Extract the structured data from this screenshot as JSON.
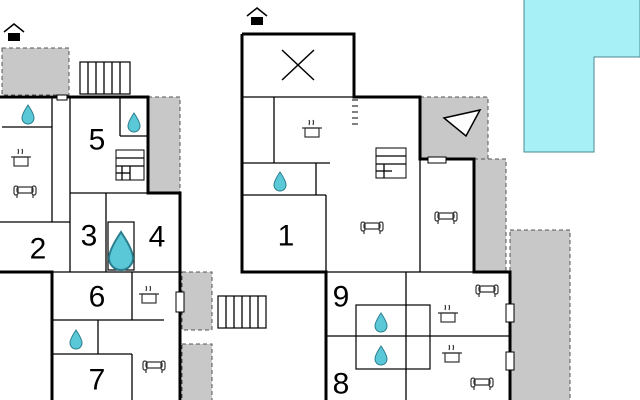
{
  "floorplan": {
    "rooms": [
      {
        "label": "1"
      },
      {
        "label": "2"
      },
      {
        "label": "3"
      },
      {
        "label": "4"
      },
      {
        "label": "5"
      },
      {
        "label": "6"
      },
      {
        "label": "7"
      },
      {
        "label": "8"
      },
      {
        "label": "9"
      }
    ],
    "icons": [
      "house-entrance-icon",
      "bathroom-drop-icon",
      "kitchen-pot-icon",
      "sofa-icon",
      "stairs-icon",
      "void-cross-icon",
      "compass-icon"
    ],
    "colors": {
      "terrace": "#c8c8c8",
      "pool": "#a6f0f6",
      "water_drop": "#5bc8d8",
      "wall": "#000000"
    }
  }
}
